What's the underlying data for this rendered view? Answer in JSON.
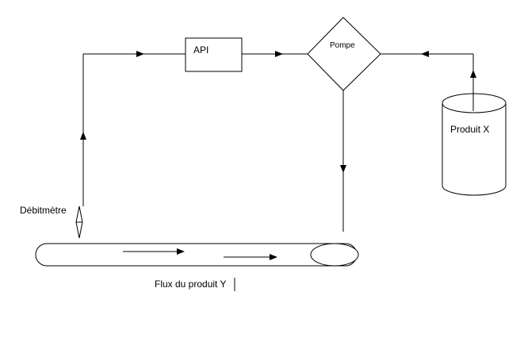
{
  "diagram": {
    "nodes": {
      "api": {
        "label": "API"
      },
      "pompe": {
        "label": "Pompe"
      },
      "produit_x": {
        "label": "Produit X"
      },
      "debitmetre": {
        "label": "Débitmètre"
      },
      "flux": {
        "label": "Flux du produit Y"
      }
    },
    "colors": {
      "stroke": "#000000",
      "fill": "#ffffff",
      "text": "#000000"
    }
  }
}
